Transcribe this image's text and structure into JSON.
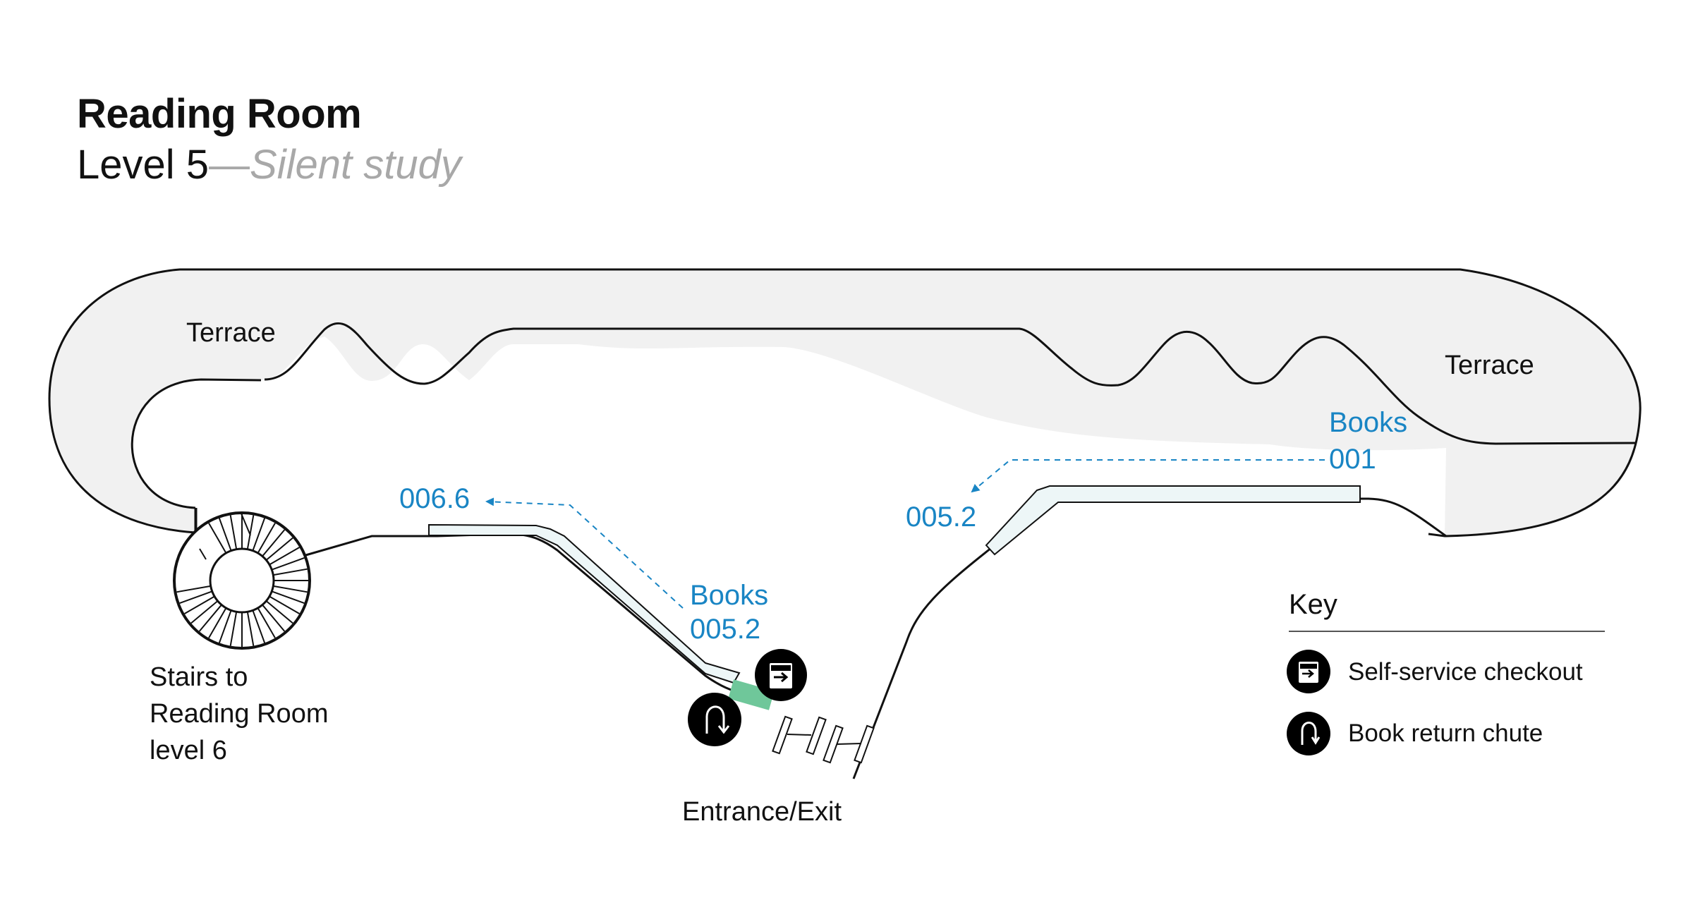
{
  "header": {
    "title": "Reading Room",
    "level": "Level 5",
    "dash": "—",
    "mode": "Silent study"
  },
  "map": {
    "terrace_left": "Terrace",
    "terrace_right": "Terrace",
    "stairs_label_lines": [
      "Stairs to",
      "Reading Room",
      "level 6"
    ],
    "entrance_label": "Entrance/Exit",
    "book_labels": {
      "left_range_end": "006.6",
      "left_books_word": "Books",
      "left_books_number": "005.2",
      "right_books_word": "Books",
      "right_books_number": "001",
      "right_range_end": "005.2"
    }
  },
  "key": {
    "title": "Key",
    "items": [
      {
        "label": "Self-service checkout",
        "icon": "checkout-icon"
      },
      {
        "label": "Book return chute",
        "icon": "return-chute-icon"
      }
    ]
  },
  "colors": {
    "floor_fill": "#f1f1f1",
    "shelf_fill": "#edf6f7",
    "accent_blue": "#1985c4",
    "checkout_highlight": "#6fc79a",
    "icon_black": "#000000"
  }
}
